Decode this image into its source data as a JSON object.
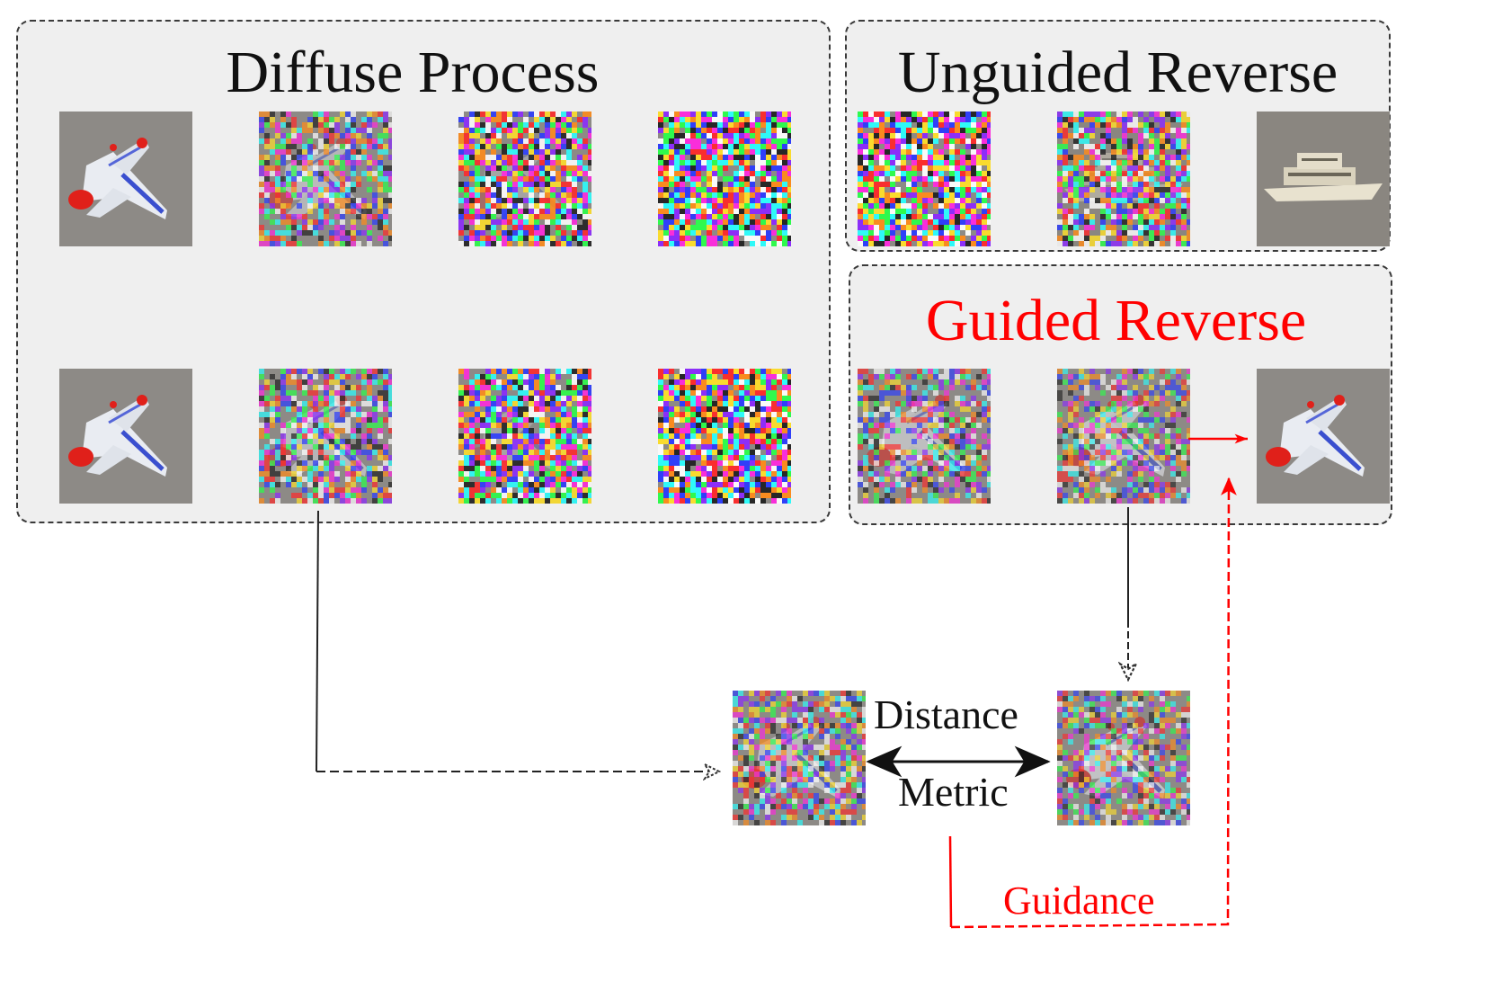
{
  "panels": {
    "diffuse": {
      "title": "Diffuse Process"
    },
    "unguided": {
      "title": "Unguided Reverse"
    },
    "guided": {
      "title": "Guided Reverse"
    }
  },
  "labels": {
    "distance": "Distance",
    "metric": "Metric",
    "guidance": "Guidance"
  },
  "colors": {
    "panel_bg": "#efefef",
    "border": "#3a3a3a",
    "accent": "#ff0000"
  },
  "thumbnails": [
    {
      "id": "d1-t0",
      "subject": "jet",
      "noise": 0.0
    },
    {
      "id": "d1-t1",
      "subject": "jet",
      "noise": 0.6
    },
    {
      "id": "d1-t2",
      "subject": "jet",
      "noise": 0.85
    },
    {
      "id": "d1-t3",
      "subject": "none",
      "noise": 1.0
    },
    {
      "id": "d2-t0",
      "subject": "jet",
      "noise": 0.0
    },
    {
      "id": "d2-t1",
      "subject": "jet",
      "noise": 0.6
    },
    {
      "id": "d2-t2",
      "subject": "jet",
      "noise": 0.85
    },
    {
      "id": "d2-t3",
      "subject": "none",
      "noise": 1.0
    },
    {
      "id": "u-t0",
      "subject": "none",
      "noise": 0.95
    },
    {
      "id": "u-t1",
      "subject": "ship",
      "noise": 0.75
    },
    {
      "id": "u-t2",
      "subject": "ship",
      "noise": 0.0
    },
    {
      "id": "g-t0",
      "subject": "jet",
      "noise": 0.55
    },
    {
      "id": "g-t1",
      "subject": "jet",
      "noise": 0.5
    },
    {
      "id": "g-t2",
      "subject": "jet",
      "noise": 0.0
    },
    {
      "id": "m-t0",
      "subject": "jet",
      "noise": 0.55
    },
    {
      "id": "m-t1",
      "subject": "jet",
      "noise": 0.5
    }
  ]
}
